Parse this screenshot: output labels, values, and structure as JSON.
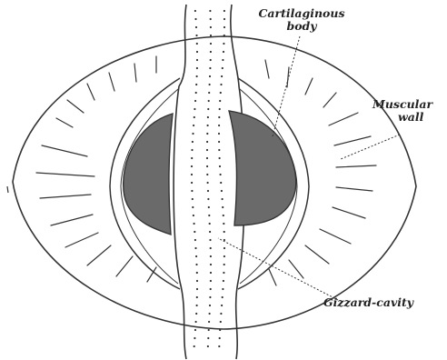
{
  "labels": {
    "cartilaginous_line1": "Cartilaginous",
    "cartilaginous_line2": "body",
    "muscular_line1": "Muscular",
    "muscular_line2": "wall",
    "gizzard_cavity": "Gizzard-cavity"
  },
  "colors": {
    "ink": "#333333",
    "cartilage_fill": "#6a6a6a",
    "background": "#ffffff"
  }
}
